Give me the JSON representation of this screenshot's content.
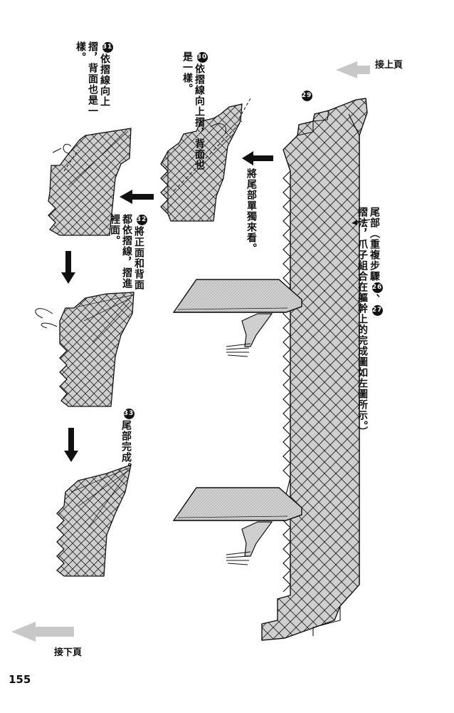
{
  "nav": {
    "prev_label": "接上頁",
    "next_label": "接下頁"
  },
  "page_number": "155",
  "steps": {
    "s29": {
      "num": "29"
    },
    "s30": {
      "num": "30",
      "text": "依摺線向上摺，背面也是一樣。"
    },
    "s31": {
      "num": "31",
      "text": "依摺線向上摺，背面也是一樣。"
    },
    "s32": {
      "num": "32",
      "text": "將正面和背面都依摺線，摺進裡面。"
    },
    "s33": {
      "num": "33",
      "text": "尾部完成。"
    }
  },
  "notes": {
    "tail_separate": "將尾部單獨來看。",
    "tail_label": "尾部",
    "tail_detail_a": "（重複步驟",
    "ref_a": "26",
    "sep": "、",
    "ref_b": "27",
    "tail_detail_b": "摺法，爪子組合在軀幹上的完成圖如左圖所示。）"
  },
  "colors": {
    "paper": "#cfcfcf",
    "paper_dark": "#9a9a9a",
    "ink": "#111111",
    "nav_arrow": "#c8c8c8"
  }
}
